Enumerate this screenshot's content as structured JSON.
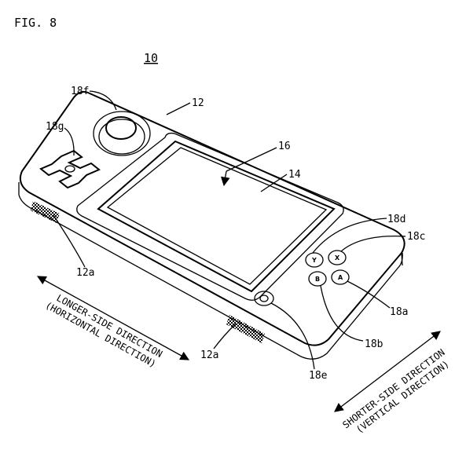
{
  "figure": {
    "fig_label": "FIG. 8",
    "device_ref": "10"
  },
  "reference_labels": {
    "housing": "12",
    "display": "14",
    "touch_panel": "16",
    "button_a": "18a",
    "button_b": "18b",
    "button_x": "18c",
    "button_y": "18d",
    "home_button": "18e",
    "analog_stick": "18f",
    "dpad": "18g",
    "speaker_left": "12a",
    "speaker_right": "12a"
  },
  "button_letters": {
    "y": "Y",
    "x": "X",
    "b": "B",
    "a": "A"
  },
  "directions": {
    "longer_line1": "LONGER-SIDE DIRECTION",
    "longer_line2": "(HORIZONTAL DIRECTION)",
    "shorter_line1": "SHORTER-SIDE DIRECTION",
    "shorter_line2": "(VERTICAL DIRECTION)"
  }
}
